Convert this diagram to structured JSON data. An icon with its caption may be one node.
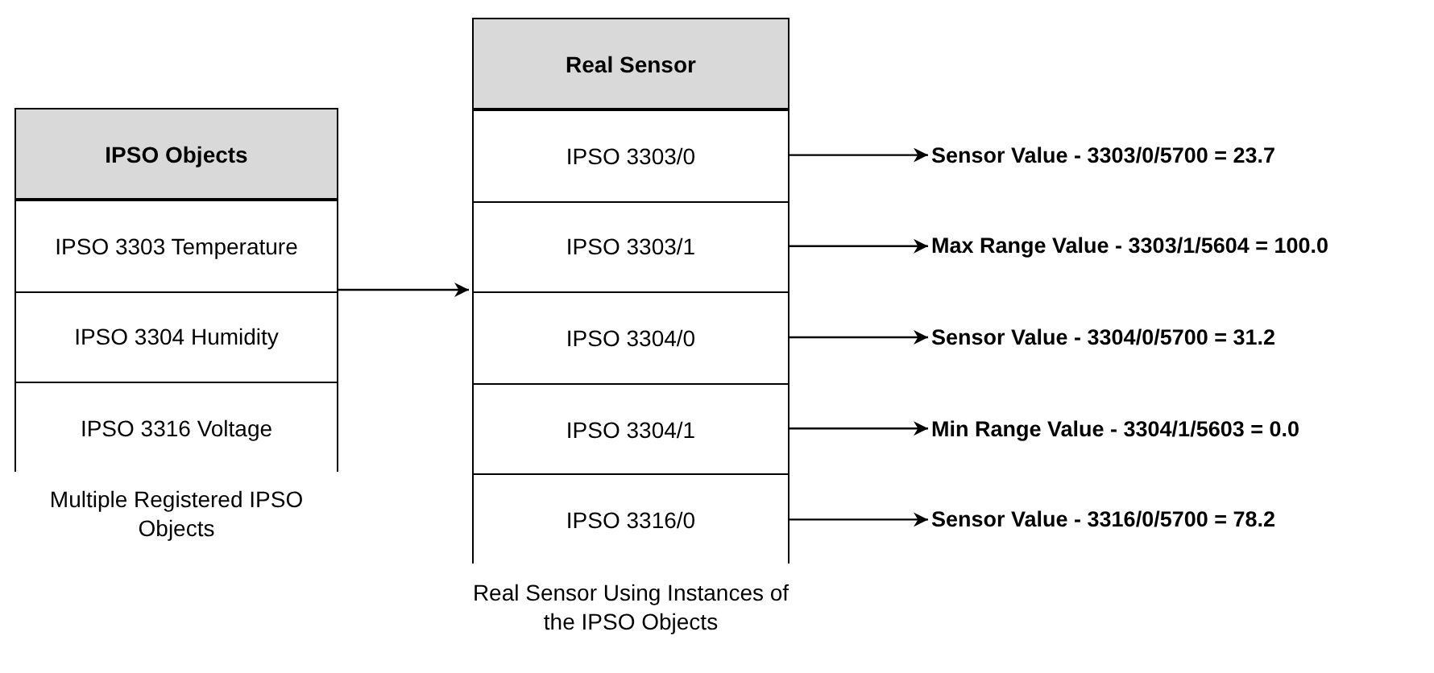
{
  "diagram": {
    "nodes": [
      {
        "text": [
          "IPSO Objects"
        ],
        "beside": [
          "Multiple Registered IPSO Objects"
        ]
      },
      {
        "text": [
          "IPSO 3303 Temperature"
        ],
        "in": 0
      },
      {
        "text": [
          "IPSO 3304 Humidity"
        ],
        "in": 0
      },
      {
        "text": [
          "IPSO 3316 Voltage"
        ],
        "in": 0
      },
      {
        "text": [
          "Real Sensor"
        ],
        "beside": [
          "Real Sensor Using Instances of the IPSO Objects"
        ]
      },
      {
        "text": [
          "IPSO 3303/0"
        ],
        "in": 4
      },
      {
        "text": [
          "IPSO 3303/1"
        ],
        "in": 4
      },
      {
        "text": [
          "IPSO 3304/0"
        ],
        "in": 4
      },
      {
        "text": [
          "IPSO 3304/1"
        ],
        "in": 4
      },
      {
        "text": [
          "IPSO 3316/0"
        ],
        "in": 4
      },
      {
        "text": [
          "Sensor Value - 3303/0/5700 = 23.7"
        ]
      },
      {
        "text": [
          "Max Range Value - 3303/1/5604 = 100.0"
        ]
      },
      {
        "text": [
          "Sensor Value - 3304/0/5700 = 31.2"
        ]
      },
      {
        "text": [
          "Min Range Value - 3304/1/5603 = 0.0"
        ]
      },
      {
        "text": [
          "Sensor Value - 3316/0/5700 = 78.2"
        ]
      }
    ],
    "edges": [
      {
        "from": 0,
        "to": 4,
        "arrow": "to"
      },
      {
        "from": 5,
        "to": 10,
        "arrow": "to"
      },
      {
        "from": 6,
        "to": 11,
        "arrow": "to"
      },
      {
        "from": 7,
        "to": 12,
        "arrow": "to"
      },
      {
        "from": 8,
        "to": 13,
        "arrow": "to"
      },
      {
        "from": 9,
        "to": 14,
        "arrow": "to"
      }
    ]
  }
}
